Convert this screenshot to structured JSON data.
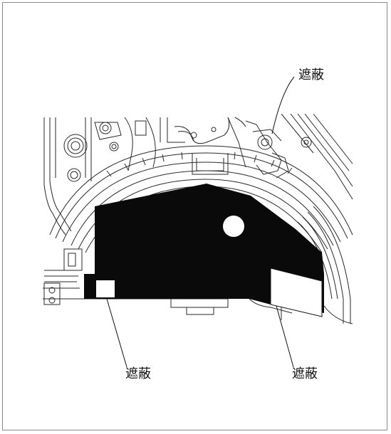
{
  "labels": {
    "top": "遮蔽",
    "bottom_left": "遮蔽",
    "bottom_right": "遮蔽"
  },
  "colors": {
    "masked_area": "#0a0a0a",
    "line_art": "#2a2a2a",
    "frame_border": "#8a8a8a"
  }
}
